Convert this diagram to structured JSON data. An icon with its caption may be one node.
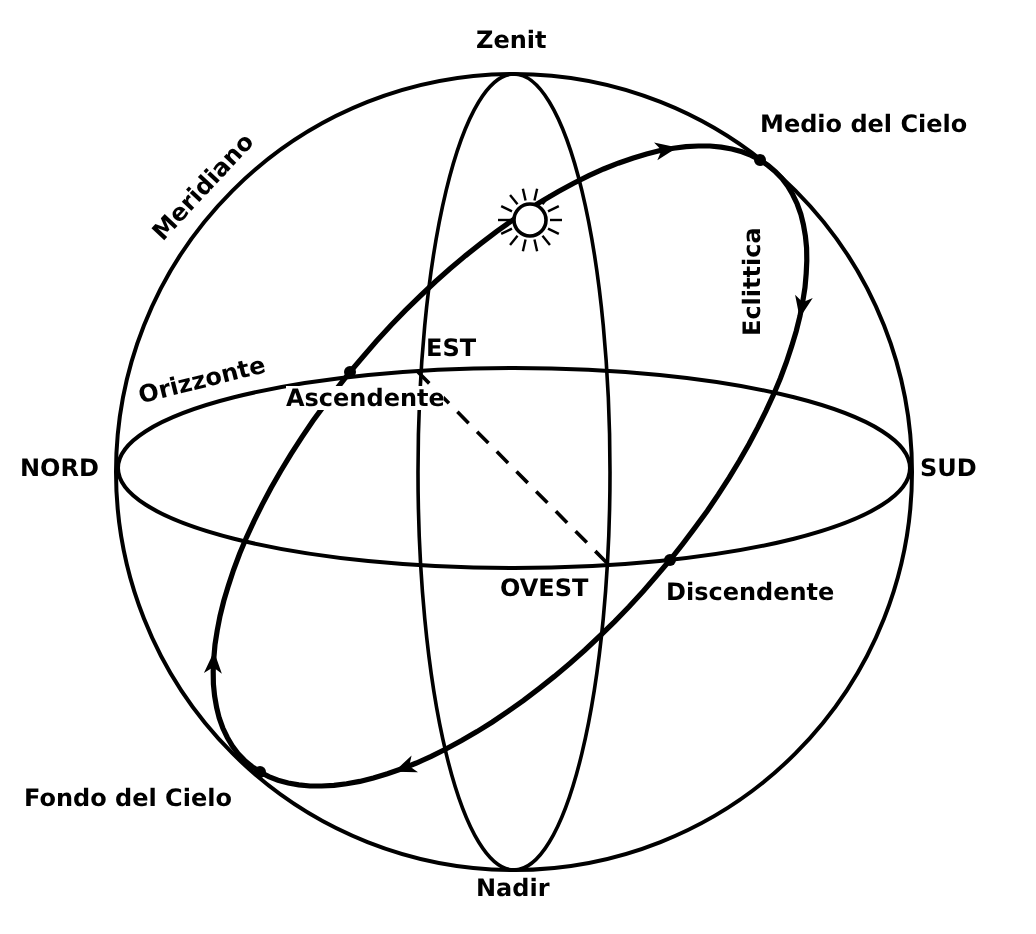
{
  "diagram": {
    "labels": [
      "Zenit",
      "Medio del Cielo",
      "Meridiano",
      "Eclittica",
      "EST",
      "Orizzonte",
      "Ascendente",
      "NORD",
      "SUD",
      "OVEST",
      "Discendente",
      "Fondo del Cielo",
      "Nadir"
    ]
  }
}
